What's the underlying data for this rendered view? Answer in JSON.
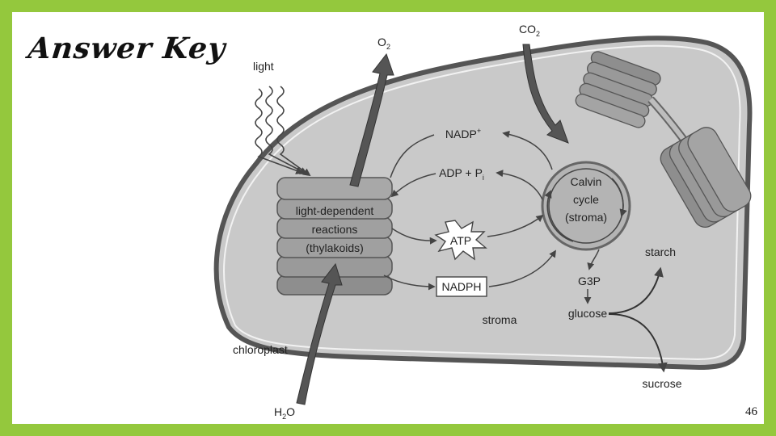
{
  "slide": {
    "title": "Answer Key",
    "page_number": "46",
    "frame_color": "#94c83d"
  },
  "diagram": {
    "light": "light",
    "o2": "O",
    "o2_sub": "2",
    "co2": "CO",
    "co2_sub": "2",
    "h2o_h": "H",
    "h2o_sub": "2",
    "h2o_o": "O",
    "nadp_plus": "NADP",
    "nadp_sup": "+",
    "adp_pi": "ADP + P",
    "pi_sub": "i",
    "atp": "ATP",
    "nadph": "NADPH",
    "thylakoid_line1": "light-dependent",
    "thylakoid_line2": "reactions",
    "thylakoid_line3": "(thylakoids)",
    "calvin_line1": "Calvin",
    "calvin_line2": "cycle",
    "calvin_line3": "(stroma)",
    "g3p": "G3P",
    "glucose": "glucose",
    "starch": "starch",
    "sucrose": "sucrose",
    "stroma": "stroma",
    "chloroplast": "chloroplast"
  }
}
